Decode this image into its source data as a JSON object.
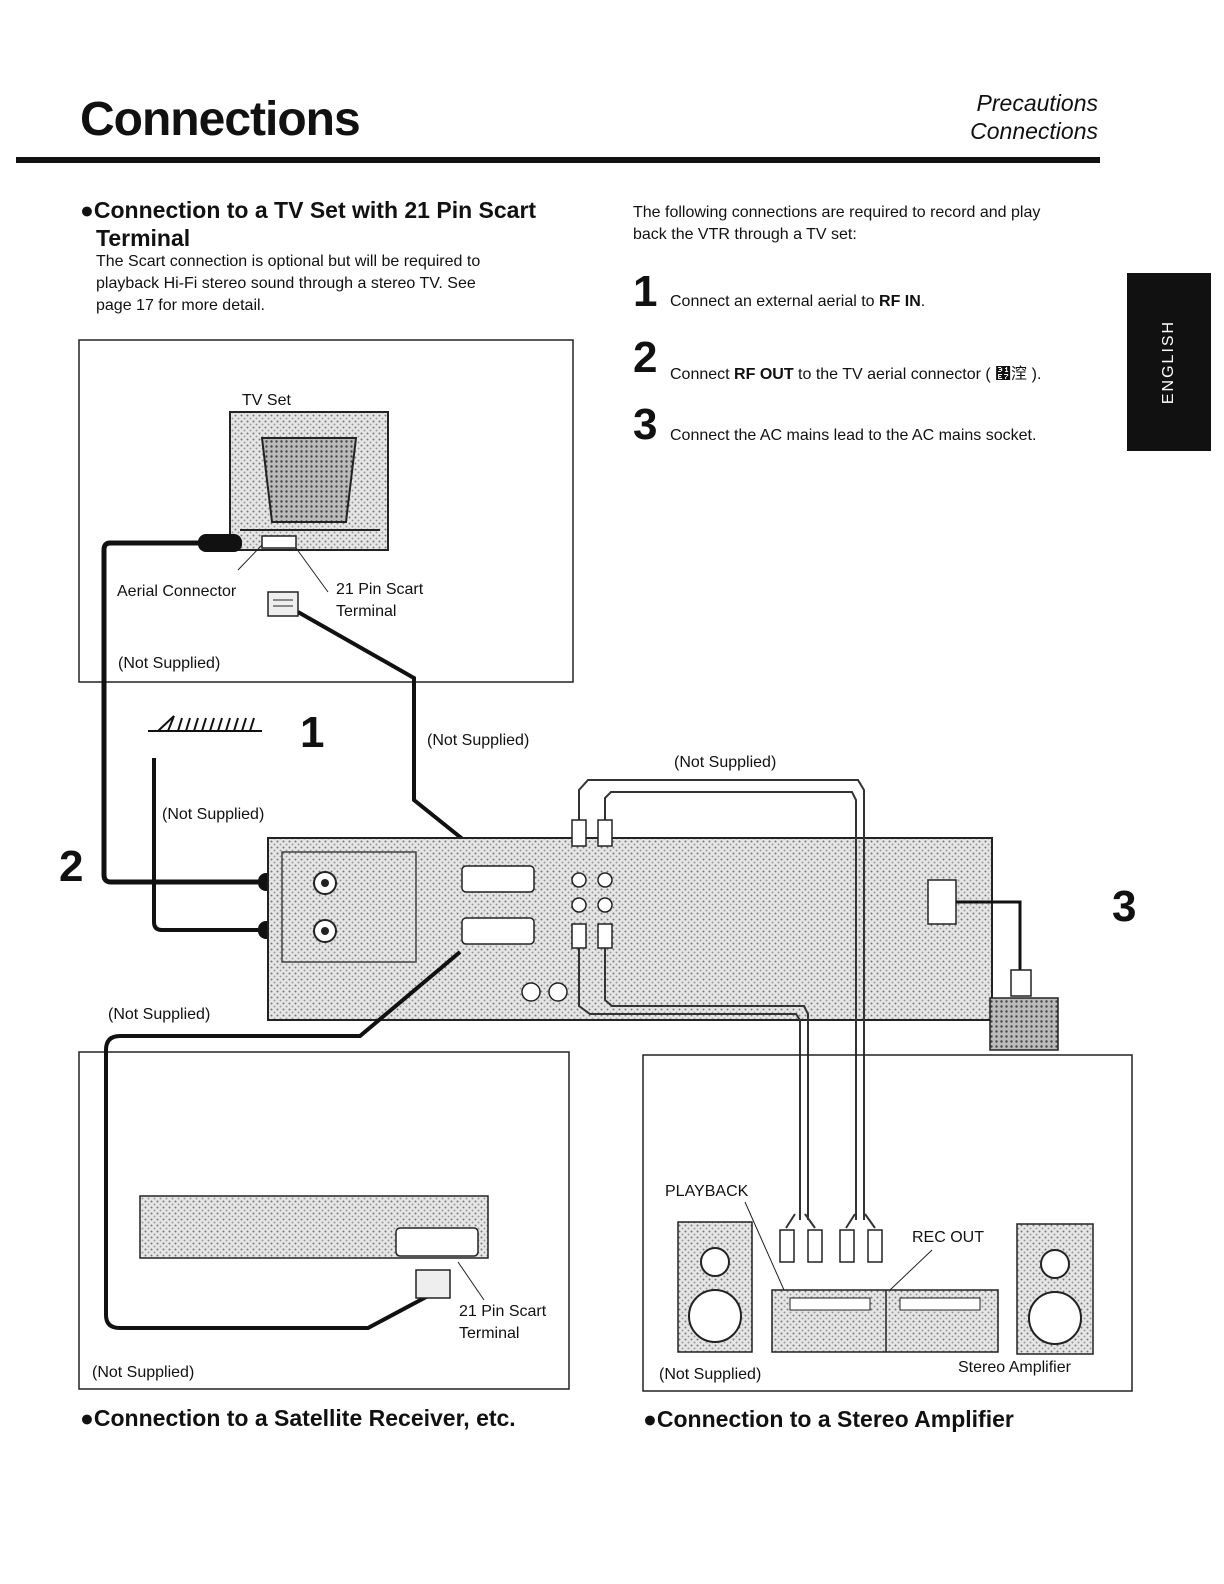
{
  "header": {
    "title": "Connections",
    "breadcrumbs": [
      "Precautions",
      "Connections"
    ]
  },
  "side_tab": {
    "label": "ENGLISH"
  },
  "tv_section": {
    "heading_line1": "●Connection to a TV Set with 21 Pin Scart",
    "heading_line2": "Terminal",
    "description": [
      "The Scart connection is optional but will be required to",
      "playback Hi-Fi stereo sound through a stereo TV. See",
      "page 17 for more detail."
    ]
  },
  "instructions": {
    "intro": [
      "The following connections are required to record and play",
      "back the VTR through a TV set:"
    ],
    "steps": [
      {
        "number": "1",
        "text_before": "Connect an external aerial to ",
        "bold": "RF IN",
        "text_after": "."
      },
      {
        "number": "2",
        "text_before": "Connect ",
        "bold": "RF OUT",
        "text_after": " to the TV aerial connector ( ㇧㴏 )."
      },
      {
        "number": "3",
        "text_before": "Connect the AC mains lead to the AC mains socket.",
        "bold": "",
        "text_after": ""
      }
    ]
  },
  "diagram": {
    "tv_set": "TV Set",
    "aerial_connector": "Aerial Connector",
    "scart_terminal_line1": "21 Pin Scart",
    "scart_terminal_line2": "Terminal",
    "not_supplied": "(Not Supplied)",
    "callout_1": "1",
    "callout_2": "2",
    "callout_3": "3",
    "playback": "PLAYBACK",
    "rec_out": "REC OUT",
    "stereo_amplifier": "Stereo Amplifier"
  },
  "captions": {
    "satellite": "●Connection to a Satellite Receiver, etc.",
    "stereo": "●Connection to a Stereo Amplifier"
  }
}
